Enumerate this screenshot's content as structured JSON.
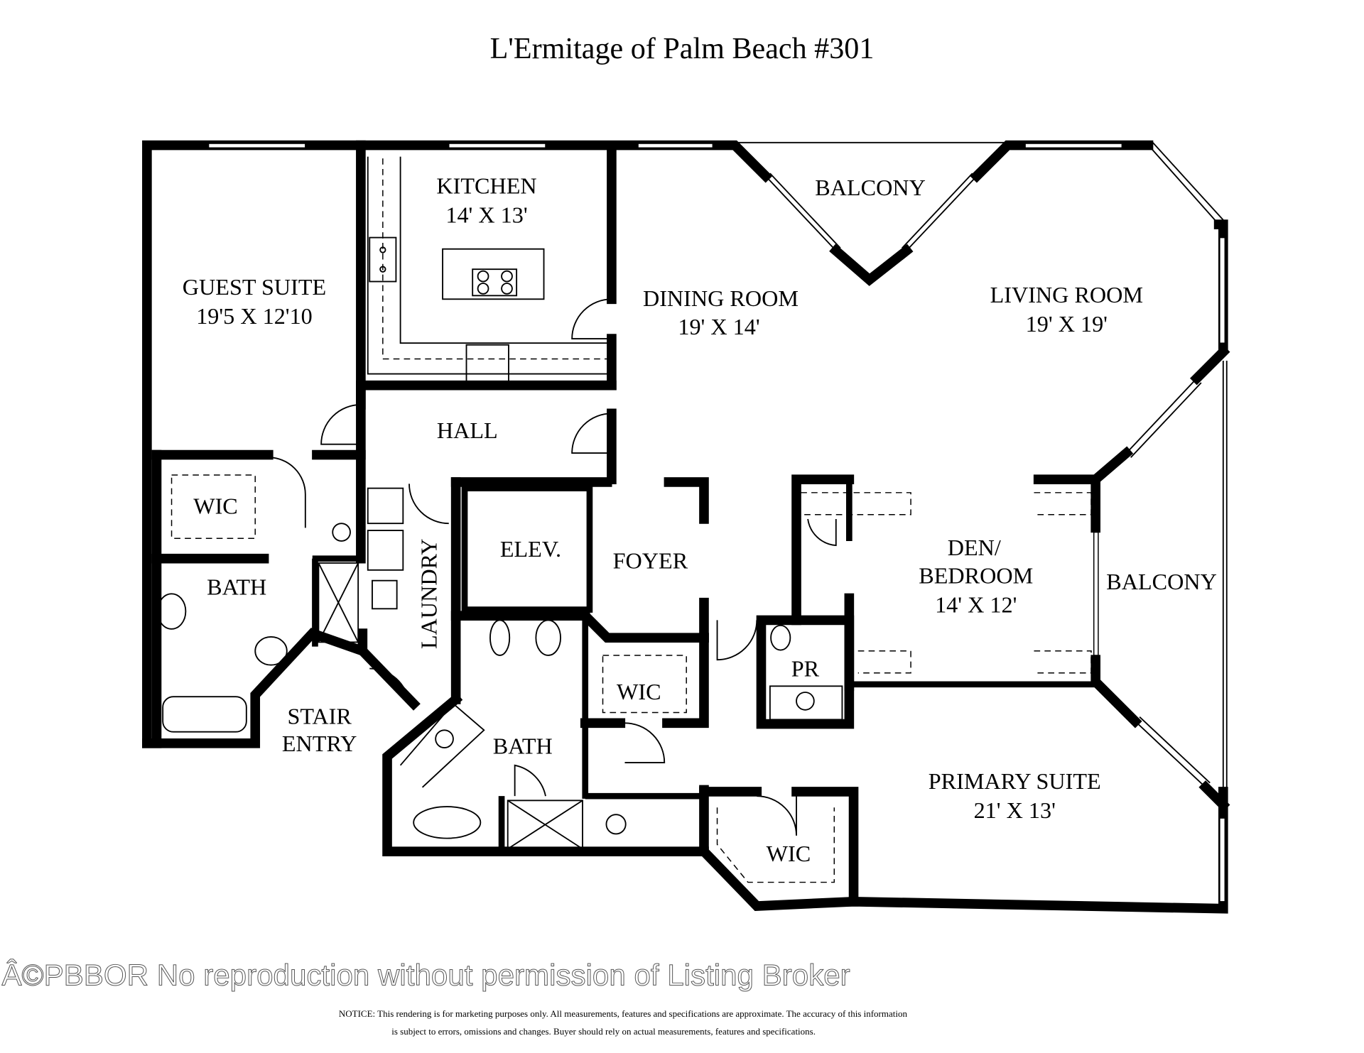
{
  "title": "L'Ermitage of Palm Beach #301",
  "rooms": {
    "kitchen": {
      "name": "KITCHEN",
      "size": "14' X 13'"
    },
    "guest_suite": {
      "name": "GUEST SUITE",
      "size": "19'5 X 12'10"
    },
    "balcony_north": {
      "name": "BALCONY"
    },
    "dining": {
      "name": "DINING ROOM",
      "size": "19' X 14'"
    },
    "living": {
      "name": "LIVING ROOM",
      "size": "19' X 19'"
    },
    "hall": {
      "name": "HALL"
    },
    "wic_guest": {
      "name": "WIC"
    },
    "bath_guest": {
      "name": "BATH"
    },
    "laundry": {
      "name": "LAUNDRY"
    },
    "elevator": {
      "name": "ELEV."
    },
    "foyer": {
      "name": "FOYER"
    },
    "den": {
      "name_line1": "DEN/",
      "name_line2": "BEDROOM",
      "size": "14' X 12'"
    },
    "balcony_east": {
      "name": "BALCONY"
    },
    "stair": {
      "line1": "STAIR",
      "line2": "ENTRY"
    },
    "wic_center": {
      "name": "WIC"
    },
    "powder": {
      "name": "PR"
    },
    "bath_primary": {
      "name": "BATH"
    },
    "primary": {
      "name": "PRIMARY SUITE",
      "size": "21' X 13'"
    },
    "wic_primary": {
      "name": "WIC"
    }
  },
  "footer": {
    "watermark": "Â©PBBOR No reproduction without permission of Listing Broker",
    "notice_line1": "NOTICE:  This rendering is for marketing purposes only.  All measurements, features and specifications are approximate.  The accuracy of this information",
    "notice_line2": "is subject to errors, omissions and changes.  Buyer should rely on actual measurements, features and specifications."
  }
}
